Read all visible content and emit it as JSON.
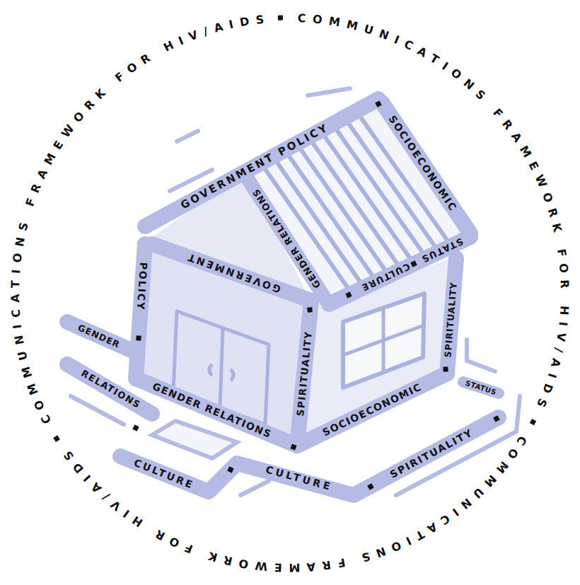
{
  "diagram": {
    "labels": [
      "COMMUNICATIONS FRAMEWORK FOR HIV/AIDS",
      "COMMUNICATIONS FRAMEWORK FOR HIV/AIDS",
      "COMMUNICATIONS FRAMEWORK FOR HIV/AIDS",
      "GOVERNMENT POLICY",
      "SOCIOECONOMIC",
      "STATUS",
      "CULTURE",
      "GENDER RELATIONS",
      "GOVERNMENT",
      "POLICY",
      "GENDER RELATIONS",
      "SPIRITUALITY",
      "SPIRITUALITY",
      "SOCIOECONOMIC",
      "STATUS",
      "GENDER",
      "RELATIONS",
      "CULTURE",
      "CULTURE",
      "SPIRITUALITY"
    ]
  }
}
